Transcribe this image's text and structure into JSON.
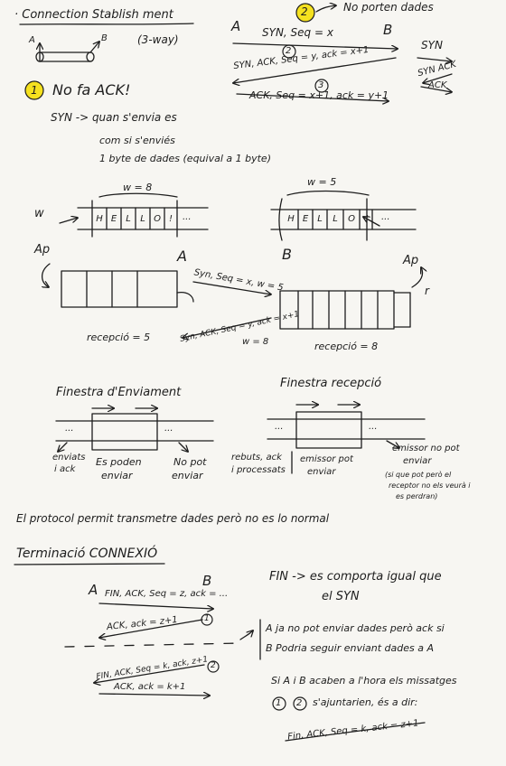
{
  "colors": {
    "ink": "#1d1d1d",
    "highlight": "#f5e11f",
    "paper": "#f7f6f2"
  },
  "section1": {
    "title": "· Connection Stablish ment",
    "way": "(3-way)",
    "labelA": "A",
    "labelB": "B",
    "badge_top": "2",
    "no_data": "No porten dades",
    "seq_A": "A",
    "seq_B": "B",
    "msg1": "SYN, Seq = x",
    "step2": "2",
    "msg2": "SYN, ACK, Seq = y, ack = x+1",
    "step3": "3",
    "msg3": "ACK, Seq = x+1, ack = y+1",
    "right_syn": "SYN",
    "right_synack": "SYN ACK",
    "right_ack": "ACK",
    "badge1": "1",
    "no_ack": "No fa ACK!",
    "syn_line1": "SYN -> quan s'envia es",
    "syn_line2": "com si s'enviés",
    "syn_line3": "1 byte de dades (equival a 1 byte)"
  },
  "windows": {
    "left_w": "w = 8",
    "left_w_side": "w",
    "left_cells": [
      "H",
      "E",
      "L",
      "L",
      "O",
      "!"
    ],
    "left_dots": "...",
    "left_ap": "Ap",
    "left_A": "A",
    "right_w": "w = 5",
    "right_cells": [
      "H",
      "E",
      "L",
      "L",
      "O",
      "!"
    ],
    "right_dots": "...",
    "right_B": "B",
    "right_ap": "Ap",
    "right_r": "r",
    "msg_a": "Syn, Seq = x, w = 5",
    "msg_b": "Syn, ACK, Seq = y, ack = x+1",
    "msg_b2": "w = 8",
    "recep_left": "recepció = 5",
    "recep_right": "recepció = 8"
  },
  "sliding": {
    "send_title": "Finestra d'Enviament",
    "recv_title": "Finestra recepció",
    "send_dots_left": "...",
    "send_dots_right": "...",
    "recv_dots_left": "...",
    "recv_dots_right": "...",
    "send_l1a": "enviats",
    "send_l1b": "i ack",
    "send_l2a": "Es poden",
    "send_l2b": "enviar",
    "send_l3a": "No pot",
    "send_l3b": "enviar",
    "recv_l1a": "rebuts, ack",
    "recv_l1b": "i processats",
    "recv_l2a": "emissor pot",
    "recv_l2b": "enviar",
    "recv_l3a": "emissor no pot",
    "recv_l3b": "enviar",
    "recv_n1": "(si que pot però el",
    "recv_n2": "receptor no els veurà i",
    "recv_n3": "es perdran)",
    "protocol": "El protocol permit transmetre dades però no es lo normal"
  },
  "termination": {
    "title": "Terminació CONNEXIÓ",
    "A": "A",
    "B": "B",
    "m1": "FIN, ACK, Seq = z, ack = ...",
    "m2": "ACK, ack = z+1",
    "step1": "1",
    "m3": "FIN, ACK, Seq = k, ack, z+1",
    "step2": "2",
    "m4": "ACK, ack = k+1",
    "fin_l1": "FIN -> es comporta igual que",
    "fin_l2": "el SYN",
    "note1": "A ja no pot enviar dades però ack si",
    "note2": "B Podria seguir enviant dades a A",
    "join1": "Si A i B acaben a l'hora els missatges",
    "join_b1": "1",
    "join_b2": "2",
    "join2": "s'ajuntarien, és a dir:",
    "join3": "Fin, ACK, Seq = k, ack = z+1"
  }
}
